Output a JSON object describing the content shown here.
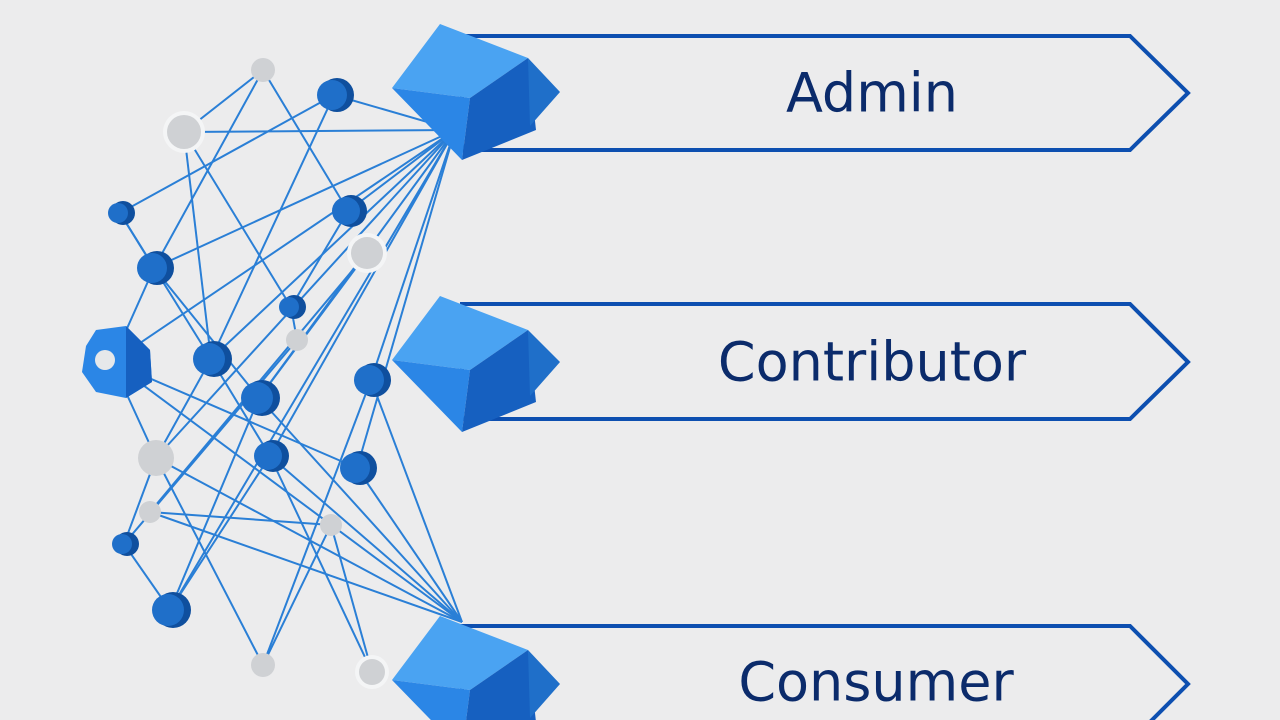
{
  "roles": [
    {
      "label": "Admin"
    },
    {
      "label": "Contributor"
    },
    {
      "label": "Consumer"
    }
  ],
  "colors": {
    "background": "#ececed",
    "line": "#2a7fd6",
    "node_blue": "#1f6fc9",
    "node_blue_dark": "#0f4f9e",
    "node_grey": "#cfd1d4",
    "arrow_outline": "#0d4fb0",
    "cube_top": "#4aa3f2",
    "cube_left": "#2b86e6",
    "cube_right": "#1660c0",
    "label": "#0b2b6b"
  },
  "icons": {
    "hub": "hexagon-cube-icon",
    "role_marker": "cube-icon",
    "role_banner": "arrow-banner-icon"
  }
}
